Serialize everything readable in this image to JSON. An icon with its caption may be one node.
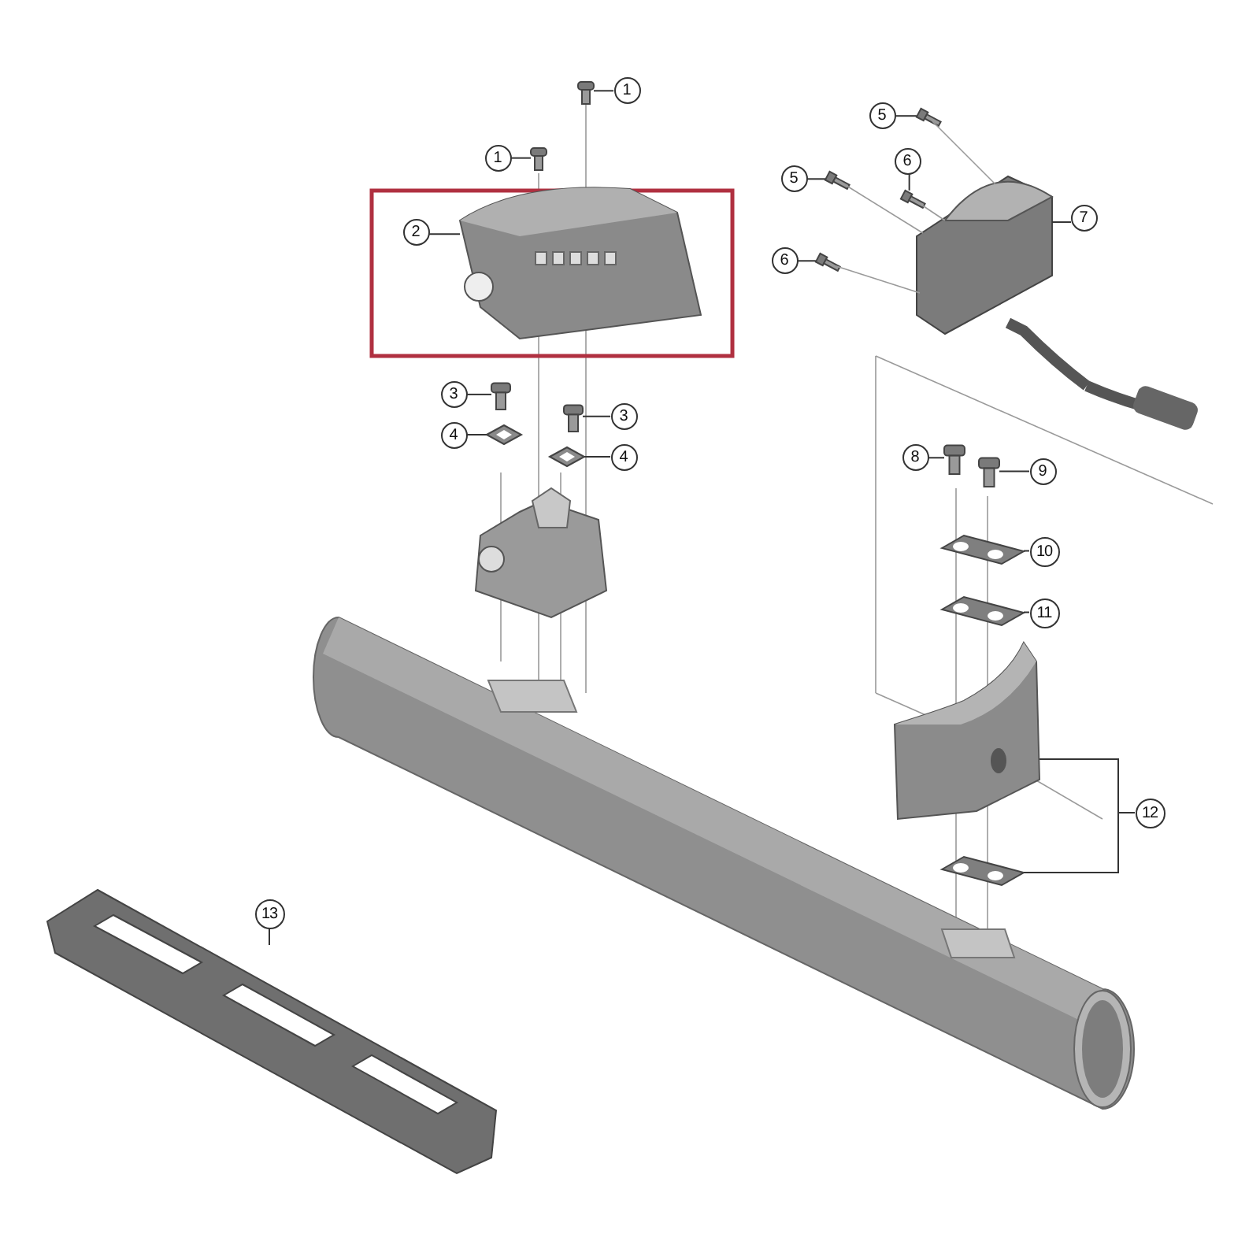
{
  "diagram": {
    "nodes": [
      {
        "text": [
          "1"
        ]
      },
      {
        "text": [
          "1"
        ]
      },
      {
        "text": [
          "2"
        ]
      },
      {
        "text": [
          "3"
        ]
      },
      {
        "text": [
          "3"
        ]
      },
      {
        "text": [
          "4"
        ]
      },
      {
        "text": [
          "4"
        ]
      },
      {
        "text": [
          "5"
        ]
      },
      {
        "text": [
          "5"
        ]
      },
      {
        "text": [
          "6"
        ]
      },
      {
        "text": [
          "6"
        ]
      },
      {
        "text": [
          "7"
        ]
      },
      {
        "text": [
          "8"
        ]
      },
      {
        "text": [
          "9"
        ]
      },
      {
        "text": [
          "10"
        ]
      },
      {
        "text": [
          "11"
        ]
      },
      {
        "text": [
          "12"
        ]
      },
      {
        "text": [
          "13"
        ]
      },
      {
        "text": [],
        "shape": "picture"
      },
      {
        "text": [],
        "shape": "picture"
      },
      {
        "text": [],
        "shape": "picture"
      },
      {
        "text": [],
        "shape": "picture"
      },
      {
        "text": [],
        "shape": "picture"
      },
      {
        "text": [],
        "shape": "picture"
      },
      {
        "text": [],
        "shape": "picture"
      },
      {
        "text": [],
        "shape": "picture"
      },
      {
        "text": [],
        "shape": "picture"
      },
      {
        "text": [],
        "shape": "picture"
      },
      {
        "text": [],
        "shape": "picture"
      },
      {
        "text": [],
        "shape": "picture"
      },
      {
        "text": [],
        "shape": "picture"
      },
      {
        "text": [],
        "shape": "picture"
      },
      {
        "text": [],
        "shape": "picture"
      },
      {
        "text": [],
        "shape": "picture"
      },
      {
        "text": [],
        "shape": "picture"
      },
      {
        "text": [],
        "shape": "picture"
      },
      {
        "text": [],
        "shape": "picture"
      }
    ],
    "edges": [
      {
        "from": 0,
        "to": 18,
        "arrow": "none"
      },
      {
        "from": 1,
        "to": 19,
        "arrow": "none"
      },
      {
        "from": 2,
        "to": 20,
        "arrow": "none"
      },
      {
        "from": 3,
        "to": 21,
        "arrow": "none"
      },
      {
        "from": 4,
        "to": 22,
        "arrow": "none"
      },
      {
        "from": 5,
        "to": 23,
        "arrow": "none"
      },
      {
        "from": 6,
        "to": 24,
        "arrow": "none"
      },
      {
        "from": 7,
        "to": 25,
        "arrow": "none"
      },
      {
        "from": 8,
        "to": 26,
        "arrow": "none"
      },
      {
        "from": 9,
        "to": 27,
        "arrow": "none"
      },
      {
        "from": 10,
        "to": 28,
        "arrow": "none"
      },
      {
        "from": 11,
        "to": 29,
        "arrow": "none"
      },
      {
        "from": 12,
        "to": 30,
        "arrow": "none"
      },
      {
        "from": 13,
        "to": 31,
        "arrow": "none"
      },
      {
        "from": 14,
        "to": 32,
        "arrow": "none"
      },
      {
        "from": 15,
        "to": 33,
        "arrow": "none"
      },
      {
        "from": 16,
        "to": 34,
        "arrow": "none"
      },
      {
        "from": 16,
        "to": 35,
        "arrow": "none"
      },
      {
        "from": 17,
        "to": 36,
        "arrow": "none"
      },
      {
        "from": 25,
        "to": 29,
        "arrow": "none",
        "color": "#9a9a9a"
      },
      {
        "from": 26,
        "to": 29,
        "arrow": "none",
        "color": "#9a9a9a"
      },
      {
        "from": 27,
        "to": 29,
        "arrow": "none",
        "color": "#9a9a9a"
      },
      {
        "from": 28,
        "to": 29,
        "arrow": "none",
        "color": "#9a9a9a"
      }
    ]
  }
}
